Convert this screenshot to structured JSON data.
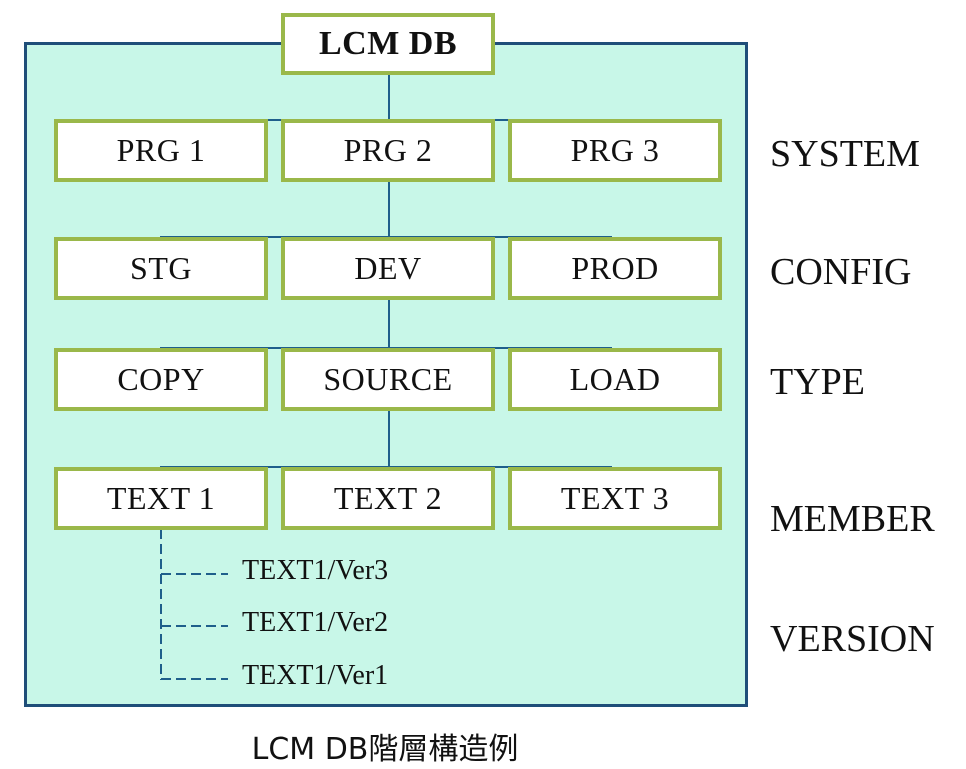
{
  "root": "LCM DB",
  "levels": [
    {
      "label": "SYSTEM",
      "items": [
        "PRG 1",
        "PRG 2",
        "PRG 3"
      ]
    },
    {
      "label": "CONFIG",
      "items": [
        "STG",
        "DEV",
        "PROD"
      ]
    },
    {
      "label": "TYPE",
      "items": [
        "COPY",
        "SOURCE",
        "LOAD"
      ]
    },
    {
      "label": "MEMBER",
      "items": [
        "TEXT 1",
        "TEXT 2",
        "TEXT 3"
      ]
    }
  ],
  "version_label": "VERSION",
  "versions": [
    "TEXT1/Ver3",
    "TEXT1/Ver2",
    "TEXT1/Ver1"
  ],
  "caption": "LCM DB階層構造例",
  "colors": {
    "panel": "#c8f7e8",
    "panel_border": "#1f4e79",
    "box_border": "#9ab84a",
    "line": "#1f5f8b"
  }
}
